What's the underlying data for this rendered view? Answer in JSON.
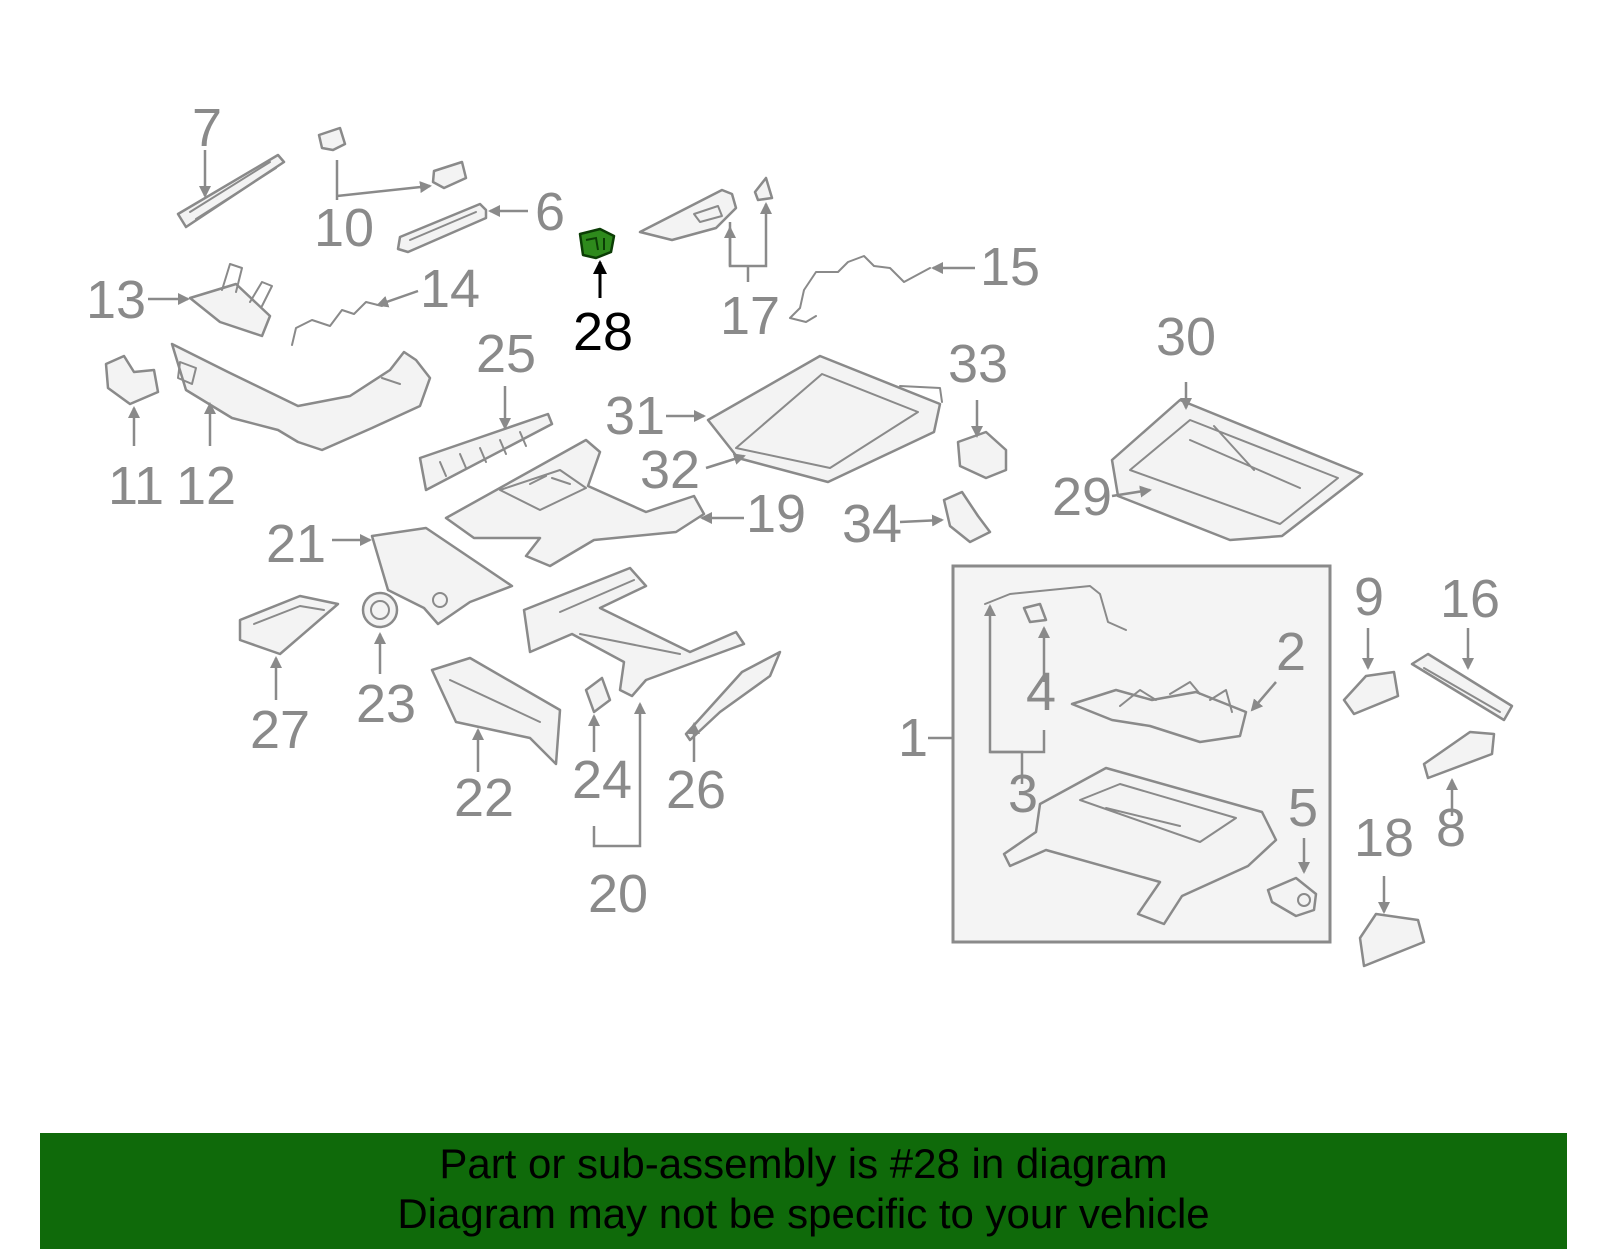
{
  "callouts": {
    "n1": "1",
    "n2": "2",
    "n3": "3",
    "n4": "4",
    "n5": "5",
    "n6": "6",
    "n7": "7",
    "n8": "8",
    "n9": "9",
    "n10": "10",
    "n11": "11",
    "n12": "12",
    "n13": "13",
    "n14": "14",
    "n15": "15",
    "n16": "16",
    "n17": "17",
    "n18": "18",
    "n19": "19",
    "n20": "20",
    "n21": "21",
    "n22": "22",
    "n23": "23",
    "n24": "24",
    "n25": "25",
    "n26": "26",
    "n27": "27",
    "n28": "28",
    "n29": "29",
    "n30": "30",
    "n31": "31",
    "n32": "32",
    "n33": "33",
    "n34": "34"
  },
  "highlighted_callout": "28",
  "colors": {
    "highlight_part": "#2e8a1c",
    "banner_background": "#0f6a0a",
    "line_art": "#8a8a8a"
  },
  "banner": {
    "line1": "Part or sub-assembly is #28 in diagram",
    "line2": "Diagram may not be specific to your vehicle"
  }
}
